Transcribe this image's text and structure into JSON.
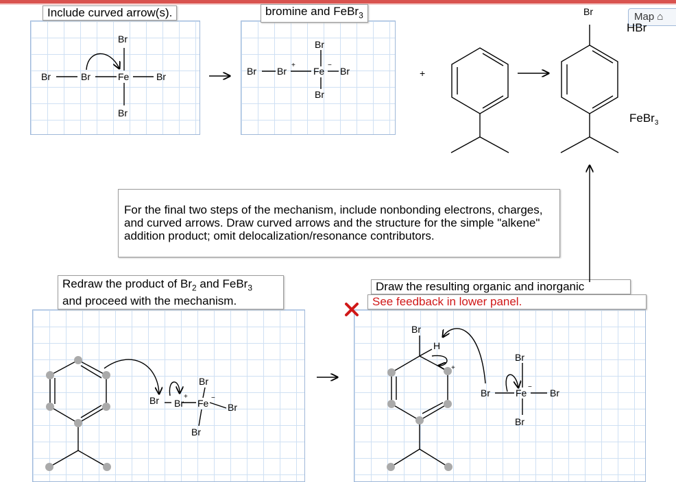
{
  "header": {
    "left_prompt": "Include curved arrow(s).",
    "middle_prompt": "bromine and FeBr",
    "middle_prompt_sub": "3",
    "map_label": "Map"
  },
  "reagents": {
    "hbr": "HBr",
    "febr3": "FeBr",
    "febr3_sub": "3",
    "br_top": "Br",
    "plus": "+"
  },
  "instructions": {
    "text": "For the final two steps of the mechanism, include nonbonding electrons, charges, and curved arrows. Draw curved arrows and the structure for the simple \"alkene\" addition product; omit delocalization/resonance contributors."
  },
  "panels": {
    "left": {
      "line1": "Redraw the product of Br",
      "sub1": "2",
      "mid": " and FeBr",
      "sub2": "3",
      "line2": "and proceed with the mechanism."
    },
    "right": {
      "title": "Draw the resulting organic and inorganic",
      "feedback": "See feedback in lower panel."
    }
  },
  "atoms": {
    "br": "Br",
    "fe": "Fe",
    "h": "H",
    "plus": "+",
    "minus": "−"
  },
  "arrows": {
    "reaction": "→"
  }
}
